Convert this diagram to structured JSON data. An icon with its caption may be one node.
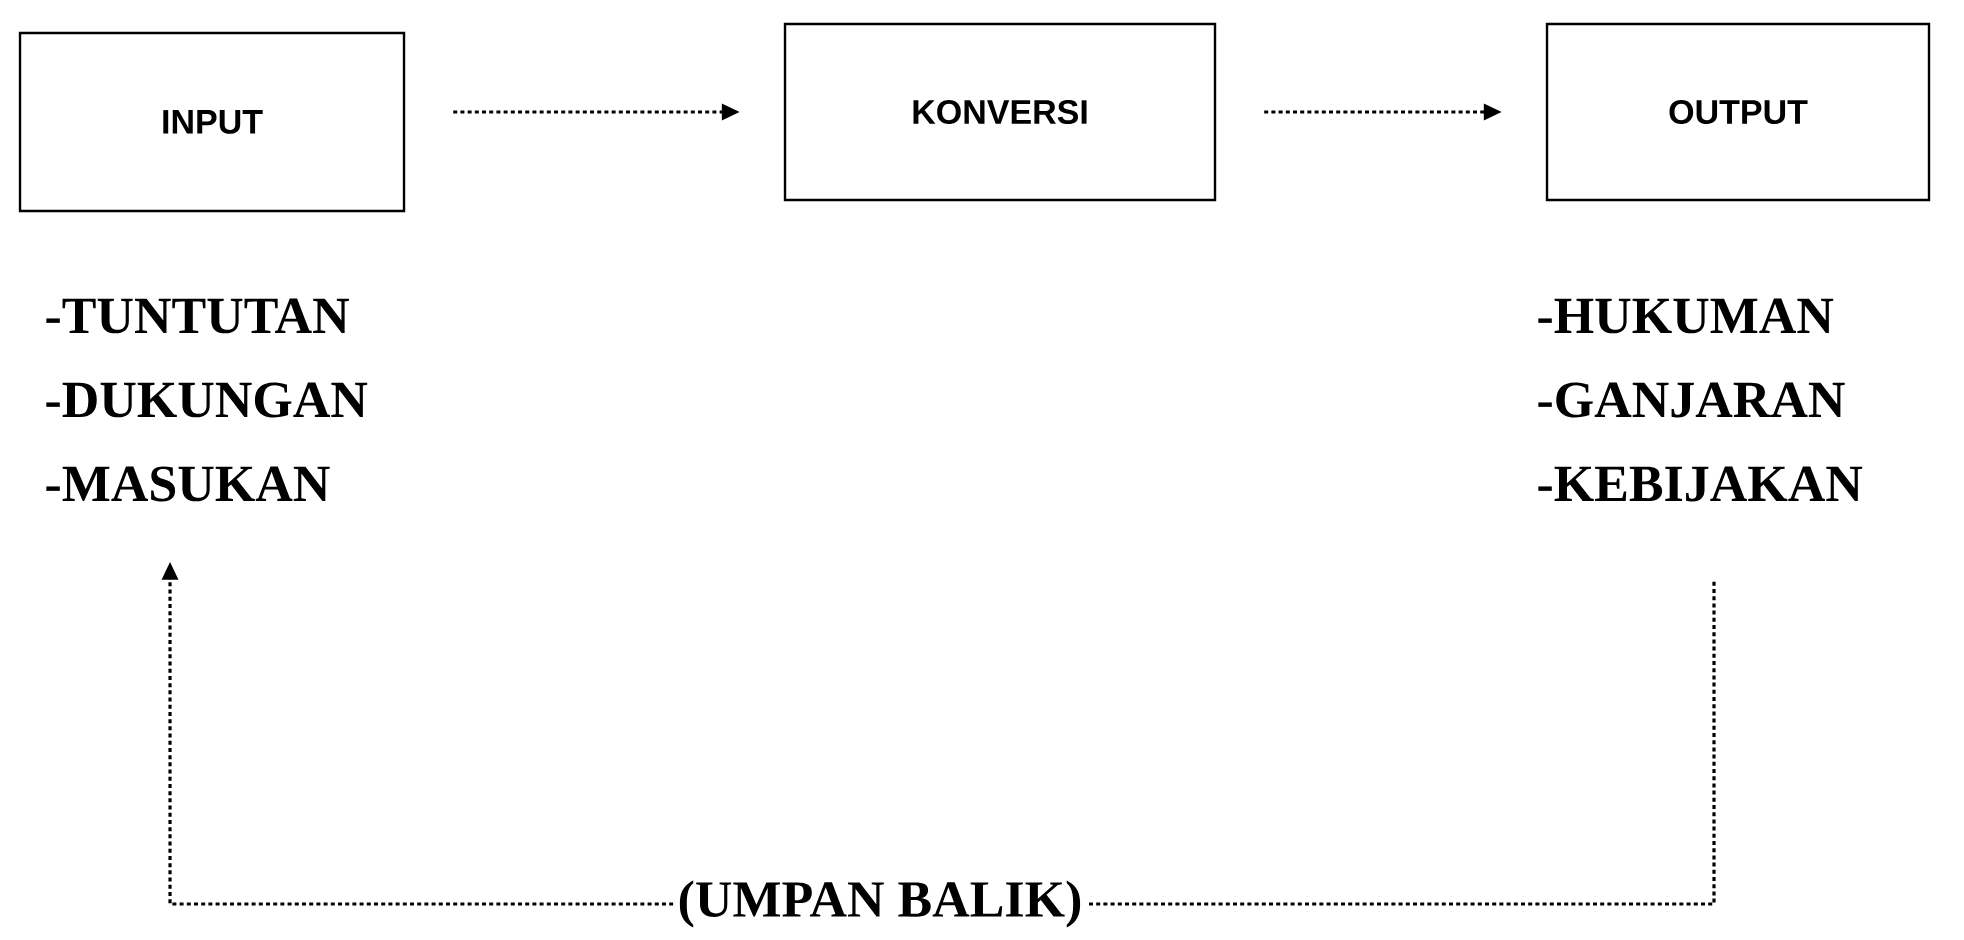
{
  "diagram": {
    "nodes": [
      {
        "text": [
          "INPUT"
        ]
      },
      {
        "text": [
          "KONVERSI"
        ]
      },
      {
        "text": [
          "OUTPUT"
        ]
      },
      {
        "text": [
          "-TUNTUTAN",
          "-DUKUNGAN",
          "-MASUKAN"
        ]
      },
      {
        "text": [
          "-HUKUMAN",
          "-GANJARAN",
          "-KEBIJAKAN"
        ]
      },
      {
        "text": [
          "(UMPAN BALIK)"
        ]
      }
    ],
    "edges": [
      {
        "from": 0,
        "to": 1,
        "arrow": "to",
        "style": "dashed"
      },
      {
        "from": 1,
        "to": 2,
        "arrow": "to",
        "style": "dashed"
      },
      {
        "from": 4,
        "to": 5,
        "arrow": "none",
        "style": "dashed"
      },
      {
        "from": 5,
        "to": 3,
        "arrow": "to",
        "style": "dashed"
      }
    ]
  }
}
